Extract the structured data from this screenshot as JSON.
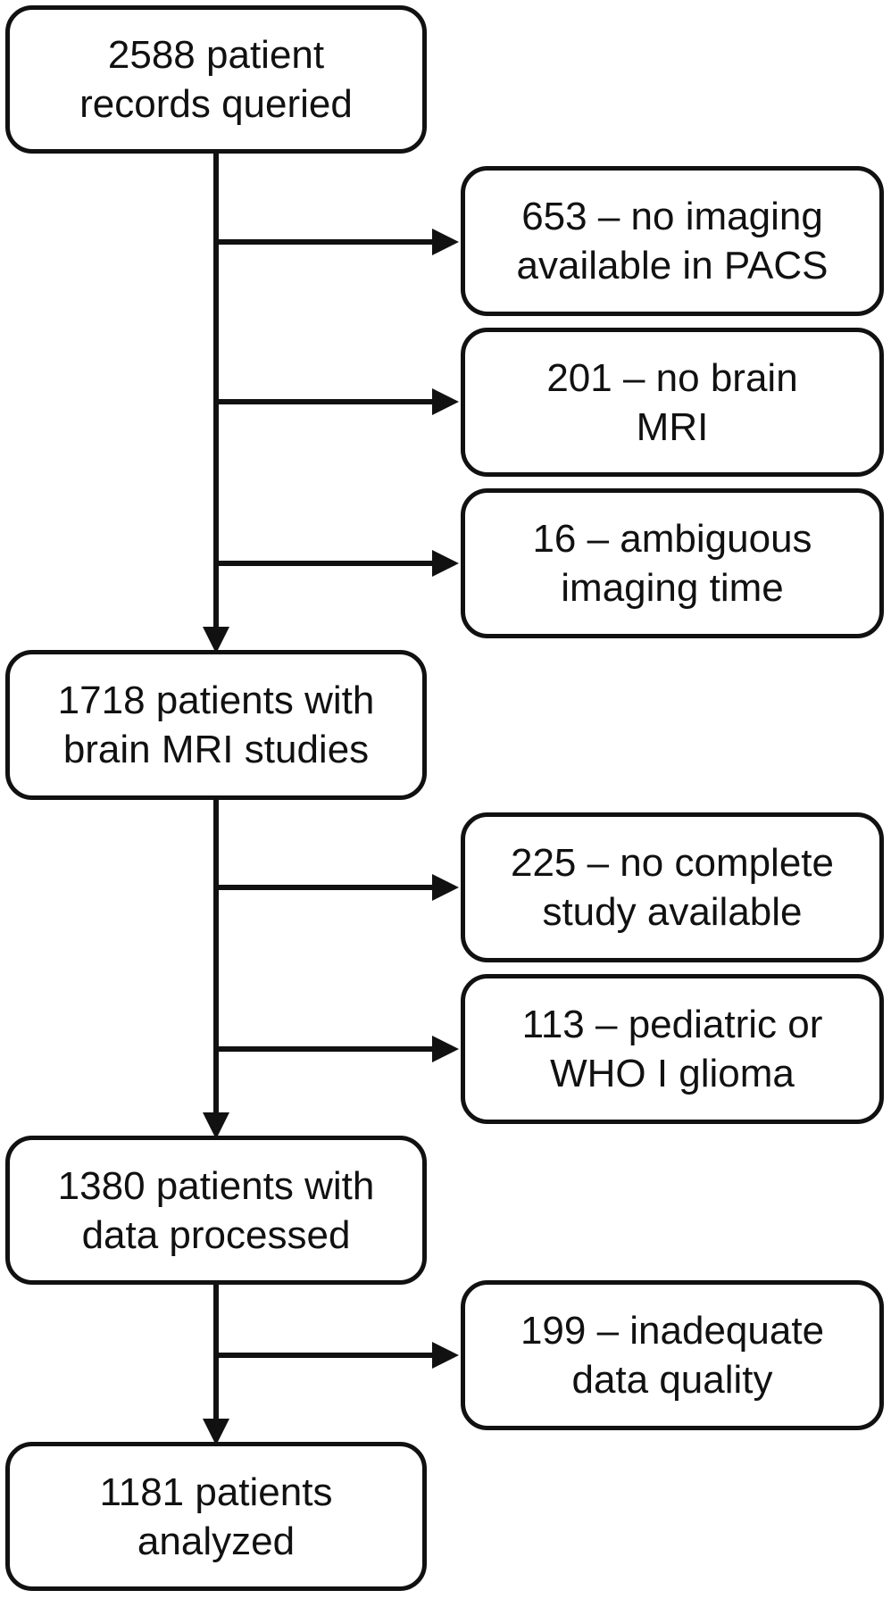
{
  "colors": {
    "stroke": "#111111",
    "text": "#111111",
    "box_fill": "#ffffff",
    "background": "#ffffff"
  },
  "flow": {
    "queried": {
      "line1": "2588 patient",
      "line2": "records queried"
    },
    "no_imaging": {
      "line1": "653 – no imaging",
      "line2": "available in PACS"
    },
    "no_brain_mri": {
      "line1": "201 – no brain",
      "line2": "MRI"
    },
    "ambiguous": {
      "line1": "16 – ambiguous",
      "line2": "imaging time"
    },
    "with_mri": {
      "line1": "1718 patients with",
      "line2": "brain MRI studies"
    },
    "no_complete": {
      "line1": "225 – no complete",
      "line2": "study available"
    },
    "pediatric": {
      "line1": "113 – pediatric or",
      "line2": "WHO I glioma"
    },
    "processed": {
      "line1": "1380 patients with",
      "line2": "data processed"
    },
    "inadequate": {
      "line1": "199 – inadequate",
      "line2": "data quality"
    },
    "analyzed": {
      "line1": "1181 patients",
      "line2": "analyzed"
    }
  }
}
